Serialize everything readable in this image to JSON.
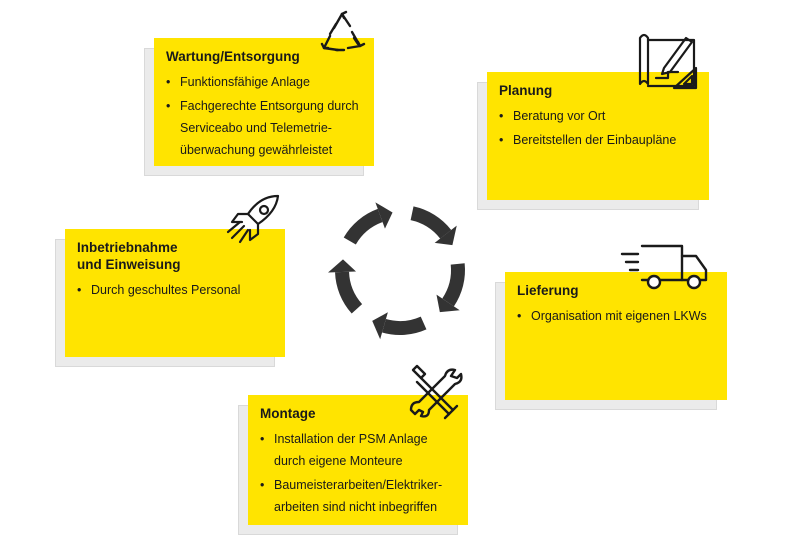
{
  "cards": {
    "wartung": {
      "title": "Wartung/Entsorgung",
      "items": [
        "Funktionsfähige Anlage",
        "Fachgerechte Entsorgung durch\nServiceabo und Telemetrie-\nüberwachung gewährleistet"
      ]
    },
    "planung": {
      "title": "Planung",
      "items": [
        "Beratung vor Ort",
        "Bereitstellen der Einbaupläne"
      ]
    },
    "inbetrieb": {
      "title": "Inbetriebnahme\nund Einweisung",
      "items": [
        "Durch geschultes Personal"
      ]
    },
    "lieferung": {
      "title": "Lieferung",
      "items": [
        "Organisation mit eigenen LKWs"
      ]
    },
    "montage": {
      "title": "Montage",
      "items": [
        "Installation der PSM Anlage\ndurch eigene Monteure",
        "Baumeisterarbeiten/Elektriker-\narbeiten sind nicht inbegriffen"
      ]
    }
  },
  "icons": {
    "wartung": "recycle-icon",
    "planung": "blueprint-icon",
    "inbetrieb": "rocket-icon",
    "lieferung": "truck-icon",
    "montage": "tools-icon",
    "center": "cycle-arrows-icon"
  },
  "colors": {
    "card": "#ffe400",
    "shadow": "#ebebeb",
    "ink": "#1a1a1a",
    "arrow": "#333333"
  }
}
